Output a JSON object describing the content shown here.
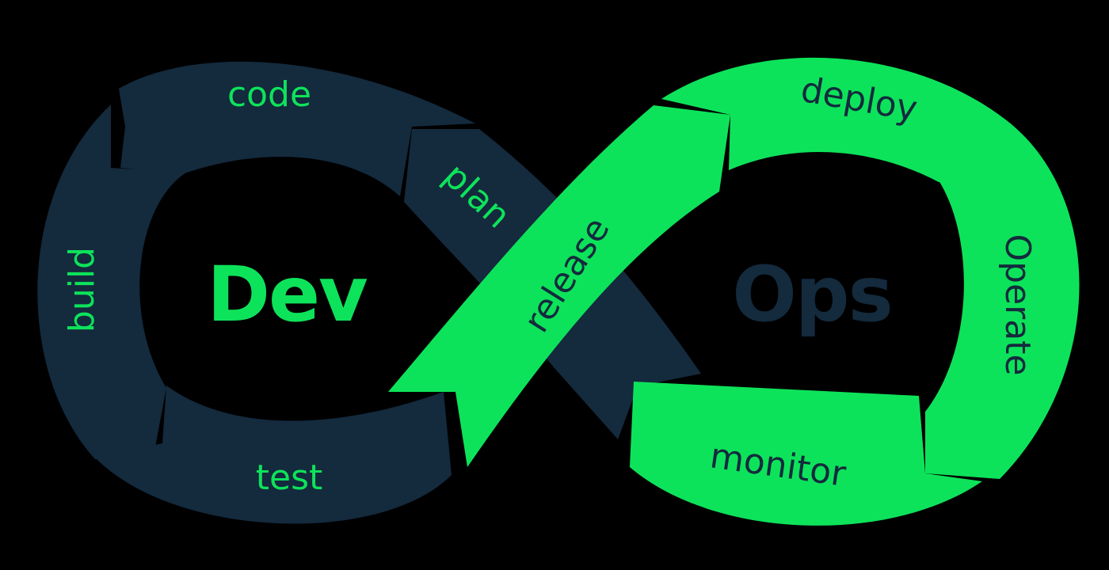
{
  "colors": {
    "dev_loop": "#142a3d",
    "ops_loop": "#0de35a",
    "dev_text": "#0de35a",
    "ops_text": "#142a3d",
    "background": "#000000"
  },
  "labels": {
    "dev": "Dev",
    "ops": "Ops"
  },
  "stages": {
    "code": "code",
    "plan": "plan",
    "build": "build",
    "test": "test",
    "release": "release",
    "deploy": "deploy",
    "operate": "Operate",
    "monitor": "monitor"
  }
}
